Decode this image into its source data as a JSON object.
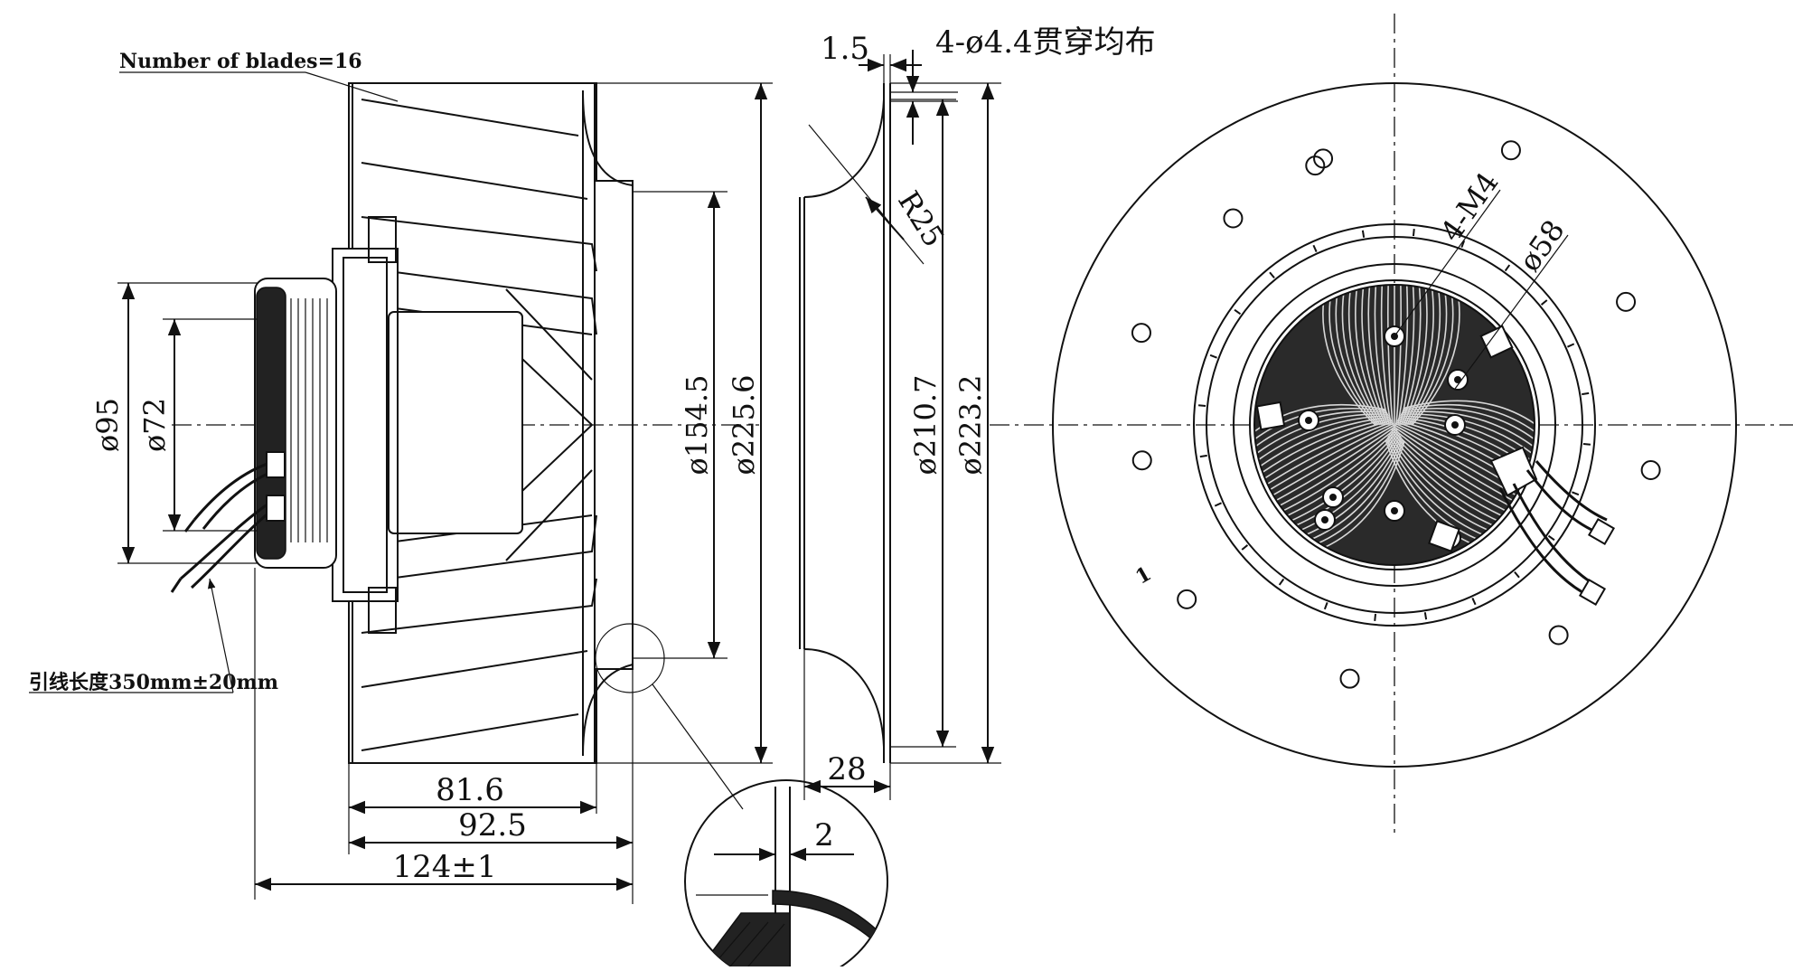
{
  "labels": {
    "blades": "Number of blades=16",
    "lead": "引线长度350mm±20mm",
    "holes": "4-ø4.4贯穿均布",
    "thk": "1.5",
    "r25": "R25",
    "d95": "ø95",
    "d72": "ø72",
    "d154": "ø154.5",
    "d225": "ø225.6",
    "d210": "ø210.7",
    "d223": "ø223.2",
    "w28": "28",
    "w81": "81.6",
    "w92": "92.5",
    "w124": "124±1",
    "gap2": "2",
    "m4": "4-M4",
    "d58": "ø58",
    "mark": "1"
  },
  "colors": {
    "line": "#111111",
    "hatch": "#555555",
    "background": "#ffffff"
  }
}
